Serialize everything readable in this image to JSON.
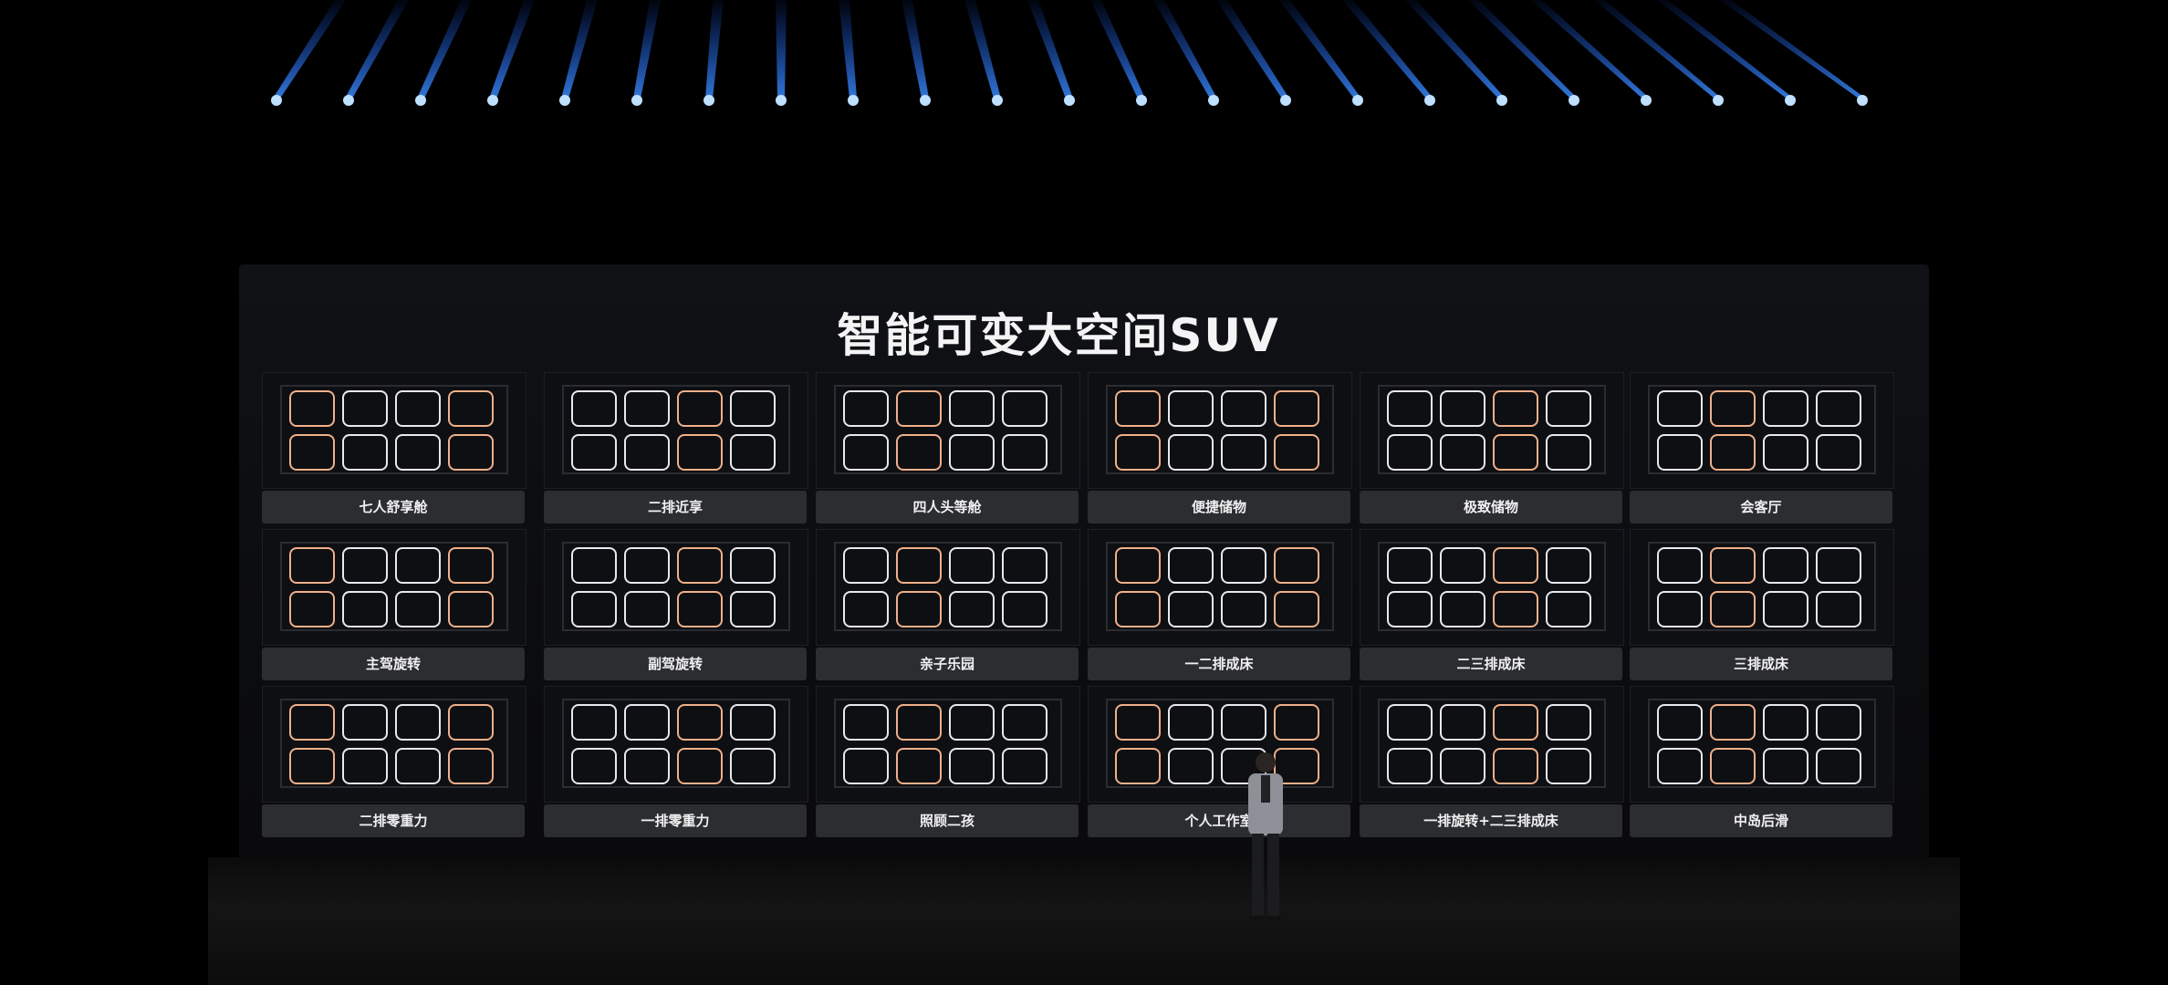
{
  "title": "智能可变大空间SUV",
  "layouts": [
    {
      "label": "七人舒享舱"
    },
    {
      "label": "二排近享"
    },
    {
      "label": "四人头等舱"
    },
    {
      "label": "便捷储物"
    },
    {
      "label": "极致储物"
    },
    {
      "label": "会客厅"
    },
    {
      "label": "主驾旋转"
    },
    {
      "label": "副驾旋转"
    },
    {
      "label": "亲子乐园"
    },
    {
      "label": "一二排成床"
    },
    {
      "label": "二三排成床"
    },
    {
      "label": "三排成床"
    },
    {
      "label": "二排零重力"
    },
    {
      "label": "一排零重力"
    },
    {
      "label": "照顾二孩"
    },
    {
      "label": "个人工作室"
    },
    {
      "label": "一排旋转+二三排成床"
    },
    {
      "label": "中岛后滑"
    }
  ],
  "colors": {
    "seat_white": "#e8e8ee",
    "seat_orange": "#f0b08a",
    "spotlight": "#2f7bff"
  }
}
